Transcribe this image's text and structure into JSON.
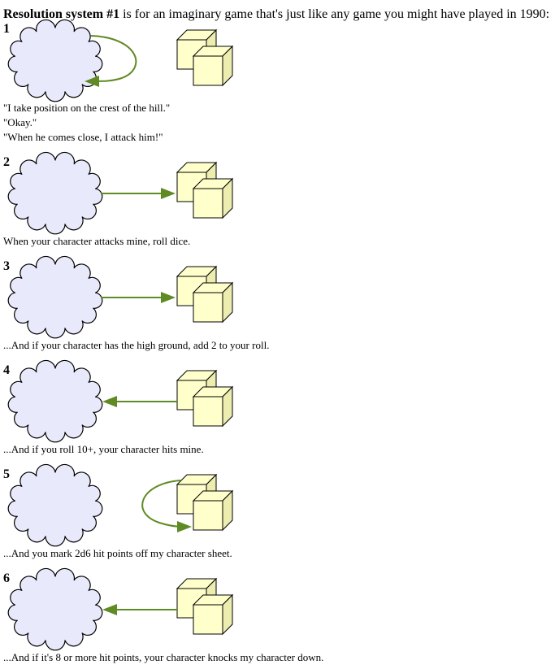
{
  "intro": {
    "bold": "Resolution system #1",
    "rest": " is for an imaginary game that's just like any game you might have played in 1990:"
  },
  "colors": {
    "cloud_fill": "#e9e9fc",
    "cloud_stroke": "#000000",
    "cube_fill": "#ffffcc",
    "cube_side": "#ededb0",
    "arrow": "#5f8a24"
  },
  "steps": [
    {
      "number": "1",
      "arrow": "loop-cloud",
      "lines": [
        "\"I take position on the crest of the hill.\"",
        "\"Okay.\"",
        "\"When he comes close, I attack him!\""
      ]
    },
    {
      "number": "2",
      "arrow": "cloud-to-dice",
      "lines": [
        "When your character attacks mine, roll dice."
      ]
    },
    {
      "number": "3",
      "arrow": "cloud-to-dice",
      "lines": [
        "...And if your character has the high ground, add 2 to your roll."
      ]
    },
    {
      "number": "4",
      "arrow": "dice-to-cloud",
      "lines": [
        "...And if you roll 10+, your character hits mine."
      ]
    },
    {
      "number": "5",
      "arrow": "loop-dice",
      "lines": [
        "...And you mark 2d6 hit points off my character sheet."
      ]
    },
    {
      "number": "6",
      "arrow": "dice-to-cloud",
      "lines": [
        "...And if it's 8 or more hit points, your character knocks my character down."
      ]
    }
  ]
}
